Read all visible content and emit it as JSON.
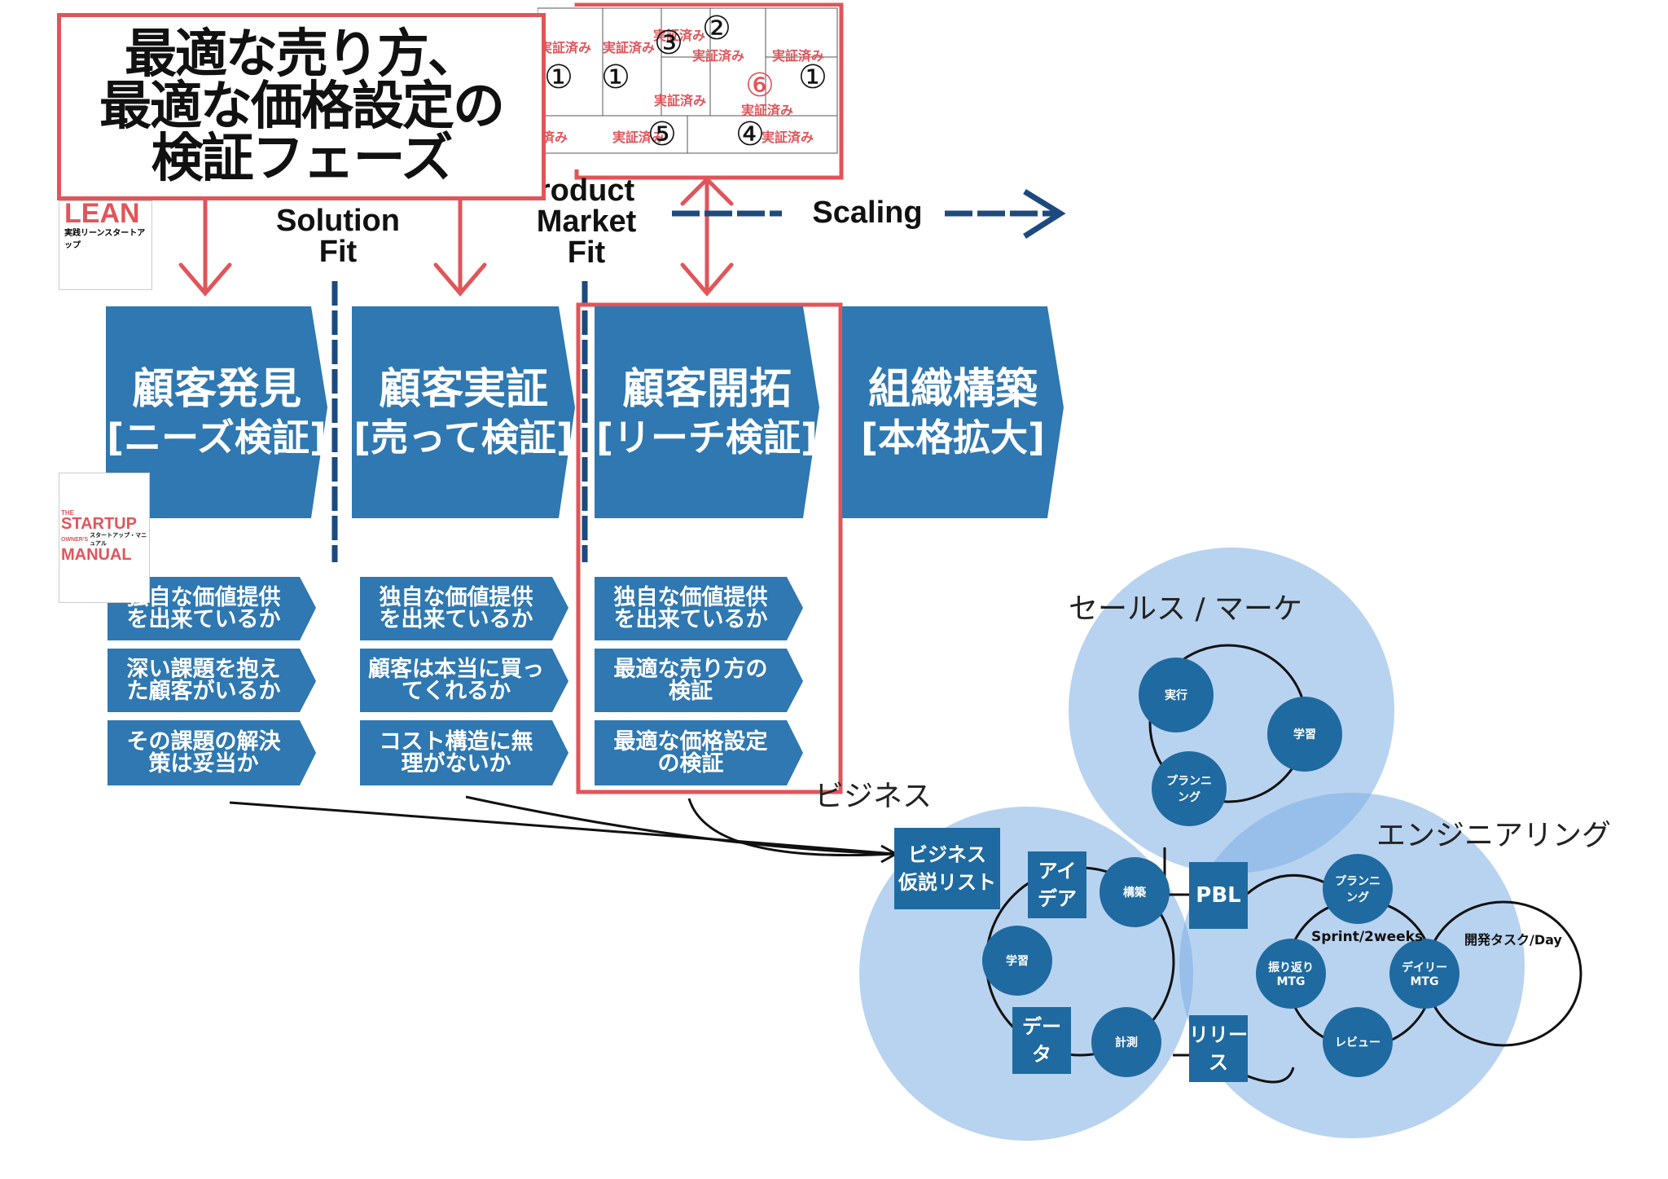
{
  "title_lines": [
    "最適な売り方、",
    "最適な価格設定の",
    "検証フェーズ"
  ],
  "fits": {
    "solution": [
      "Solution",
      "Fit"
    ],
    "product": [
      "roduct",
      "Market",
      "Fit"
    ],
    "scaling": "Scaling"
  },
  "phases": [
    {
      "title": "顧客発見",
      "sub": "[ニーズ検証]"
    },
    {
      "title": "顧客実証",
      "sub": "[売って検証]"
    },
    {
      "title": "顧客開拓",
      "sub": "[リーチ検証]"
    },
    {
      "title": "組織構築",
      "sub": "[本格拡大]"
    }
  ],
  "checks": [
    [
      [
        "独自な価値提供",
        "を出来ているか"
      ],
      [
        "深い課題を抱え",
        "た顧客がいるか"
      ],
      [
        "その課題の解決",
        "策は妥当か"
      ]
    ],
    [
      [
        "独自な価値提供",
        "を出来ているか"
      ],
      [
        "顧客は本当に買っ",
        "てくれるか"
      ],
      [
        "コスト構造に無",
        "理がないか"
      ]
    ],
    [
      [
        "独自な価値提供",
        "を出来ているか"
      ],
      [
        "最適な売り方の",
        "検証"
      ],
      [
        "最適な価格設定",
        "の検証"
      ]
    ]
  ],
  "books": {
    "lean": {
      "logo": "LEAN",
      "subtitle": "実践リーンスタートアップ"
    },
    "startup": {
      "line1": "THE",
      "line2": "STARTUP",
      "line3": "OWNER'S",
      "line4": "MANUAL",
      "jp": "スタートアップ・マニュアル"
    }
  },
  "canvas": {
    "verified_label": "実証済み",
    "partial_verified": "済み",
    "nums": [
      "①",
      "①",
      "②",
      "③",
      "④",
      "⑤",
      "⑥",
      "①"
    ]
  },
  "venn": {
    "sales_label": "セールス / マーケ",
    "business_label": "ビジネス",
    "engineering_label": "エンジニアリング",
    "sales_cycle": [
      "実行",
      "学習",
      "プランニ\nング"
    ],
    "business_cycle": [
      "構築",
      "計測",
      "学習"
    ],
    "business_boxes": [
      "ビジネス\n仮説リスト",
      "アイ\nデア",
      "デー\nタ"
    ],
    "pbl": "PBL",
    "release": "リリー\nス",
    "eng_cycle": [
      "プランニ\nング",
      "振り返り\nMTG",
      "デイリー\nMTG",
      "レビュー"
    ],
    "sprint": "Sprint/2weeks",
    "dev_task": "開発タスク/Day"
  },
  "colors": {
    "blue": "#2f78b1",
    "dark_blue": "#1f6aa0",
    "red": "#e0555a",
    "navy": "#1d4a7e",
    "light_circle": "#7eaee3"
  }
}
